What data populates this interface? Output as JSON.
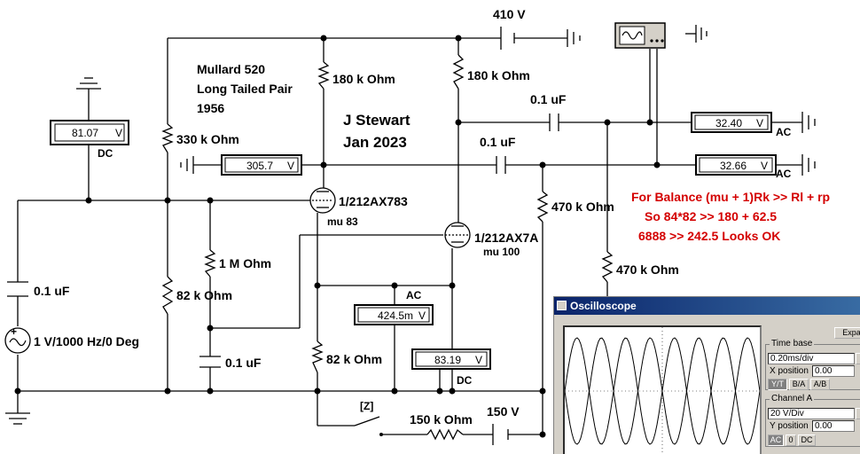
{
  "texts": {
    "title1": "Mullard 520",
    "title2": "Long Tailed Pair",
    "title3": "1956",
    "author": "J Stewart",
    "date": "Jan 2023",
    "mu_top": "mu 83",
    "mu_bot": "mu 100",
    "tube1": "1/212AX783",
    "tube2": "1/212AX7A",
    "v410": "410 V",
    "v150": "150 V",
    "r180a": "180 k Ohm",
    "r180b": "180 k Ohm",
    "r330": "330 k Ohm",
    "r1m": "1 M Ohm",
    "r82a": "82 k Ohm",
    "r82b": "82 k Ohm",
    "r470a": "470 k Ohm",
    "r470b": "470 k Ohm",
    "r150": "150 k Ohm",
    "c01a": "0.1 uF",
    "c01b": "0.1 uF",
    "c01c": "0.1 uF",
    "c01d": "0.1 uF",
    "src": "1 V/1000 Hz/0 Deg",
    "dc1": "DC",
    "dc2": "DC",
    "ac1": "AC",
    "ac2": "AC",
    "ac3": "AC",
    "switch_key": "[Z]"
  },
  "meters": {
    "m1": "81.07",
    "m2": "305.7",
    "m3": "32.40",
    "m4": "32.66",
    "m5": "424.5m",
    "m6": "83.19",
    "unit": "V"
  },
  "notes": {
    "line1": "For Balance (mu + 1)Rk >> Rl + rp",
    "line2": "So 84*82 >> 180 + 62.5",
    "line3": "6888 >> 242.5    Looks OK"
  },
  "scope": {
    "title": "Oscilloscope",
    "expand": "Expan",
    "timebase_label": "Time base",
    "timebase_value": "0.20ms/div",
    "xpos_label": "X position",
    "xpos_value": "0.00",
    "btn_yt": "Y/T",
    "btn_ba": "B/A",
    "btn_ab": "A/B",
    "channel_label": "Channel A",
    "channel_value": "20  V/Div",
    "ypos_label": "Y position",
    "ypos_value": "0.00",
    "btn_ac": "AC",
    "btn_0": "0",
    "btn_dc": "DC"
  }
}
